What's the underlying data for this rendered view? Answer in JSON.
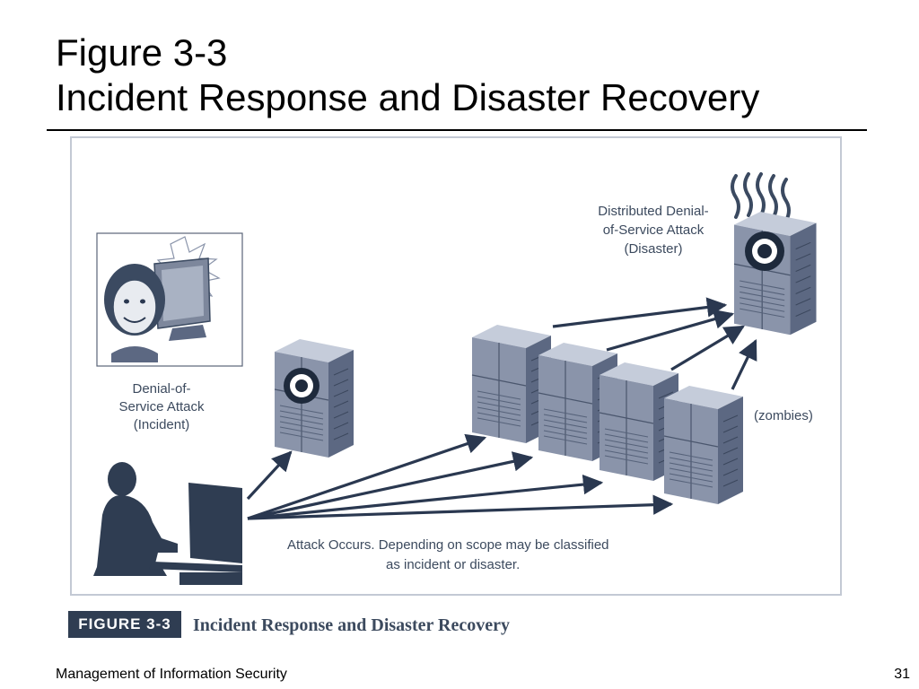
{
  "slide": {
    "title_line1": "Figure 3-3",
    "title_line2": "Incident Response and Disaster Recovery",
    "footer_left": "Management of Information Security",
    "page_number": "31"
  },
  "figure": {
    "labels": {
      "dos_line1": "Denial-of-",
      "dos_line2": "Service Attack",
      "dos_line3": "(Incident)",
      "ddos_line1": "Distributed Denial-",
      "ddos_line2": "of-Service Attack",
      "ddos_line3": "(Disaster)",
      "zombies": "(zombies)",
      "attack_line1": "Attack Occurs.  Depending on scope may be classified",
      "attack_line2": "as incident or disaster."
    },
    "caption_badge": "FIGURE 3-3",
    "caption_text": "Incident Response and Disaster Recovery",
    "icons": [
      "woman-at-monitor-icon",
      "attacker-silhouette-icon",
      "server-target-icon",
      "zombie-server-icon",
      "smoke-icon"
    ],
    "colors": {
      "server_body": "#8a94aa",
      "server_dark": "#3b4a61",
      "arrow": "#2a3850",
      "badge": "#2f3d52",
      "text": "#3c4a5e"
    }
  }
}
